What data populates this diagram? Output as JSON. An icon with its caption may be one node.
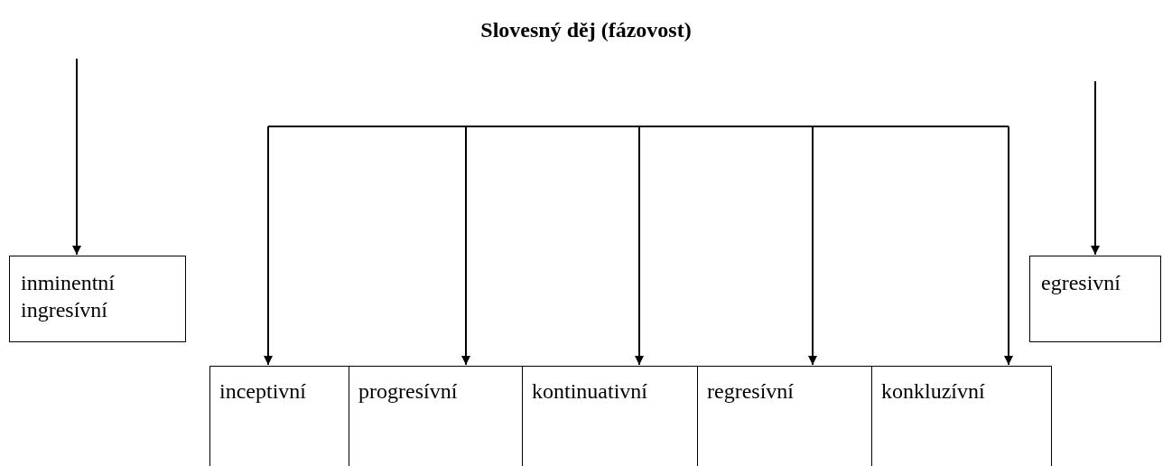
{
  "diagram": {
    "title": "Slovesný děj (fázovost)",
    "nodes": [
      {
        "text": [
          "inminentní ingresívní"
        ]
      },
      {
        "text": [
          "egresivní"
        ]
      },
      {
        "text": [
          "inceptivní"
        ]
      },
      {
        "text": [
          "progresívní"
        ]
      },
      {
        "text": [
          "kontinuativní"
        ]
      },
      {
        "text": [
          "regresívní"
        ]
      },
      {
        "text": [
          "konkluzívní"
        ]
      }
    ],
    "edges": [
      {
        "from": null,
        "to": 0,
        "arrow": "to"
      },
      {
        "from": null,
        "to": 2,
        "arrow": "to"
      },
      {
        "from": null,
        "to": 3,
        "arrow": "to"
      },
      {
        "from": null,
        "to": 4,
        "arrow": "to"
      },
      {
        "from": null,
        "to": 5,
        "arrow": "to"
      },
      {
        "from": null,
        "to": 6,
        "arrow": "to"
      },
      {
        "from": null,
        "to": 1,
        "arrow": "to"
      }
    ]
  }
}
